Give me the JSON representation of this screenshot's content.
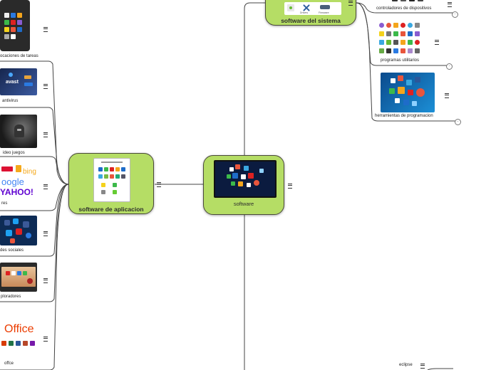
{
  "root": {
    "title": "software"
  },
  "branch_left": {
    "title": "software de aplicacion"
  },
  "branch_top": {
    "title": "software del sistema"
  },
  "left_items": [
    {
      "label": "ocaciones de tareas"
    },
    {
      "label": "antivirus"
    },
    {
      "label": "ideo juegos"
    },
    {
      "label": "res"
    },
    {
      "label": "des sociales"
    },
    {
      "label": "ploradores"
    },
    {
      "label": "offce"
    }
  ],
  "right_items": [
    {
      "label": "controladores de dispositivos"
    },
    {
      "label": "programas utilitarios"
    },
    {
      "label": "herramientas de programacion"
    }
  ],
  "bottom_item": {
    "label": "eclipse"
  },
  "collapse_marker": "-",
  "thumb_text": {
    "avast": "avast",
    "bing": "bing",
    "google": "oogle",
    "yahoo": "YAHOO!",
    "office": "Office",
    "sys_caption_1": "Drivers",
    "sys_caption_2": "Firmware"
  },
  "colors": {
    "node_fill": "#b5dd65",
    "node_border": "#4a4a3a",
    "line": "#444444",
    "office_orange": "#eb3c00"
  }
}
